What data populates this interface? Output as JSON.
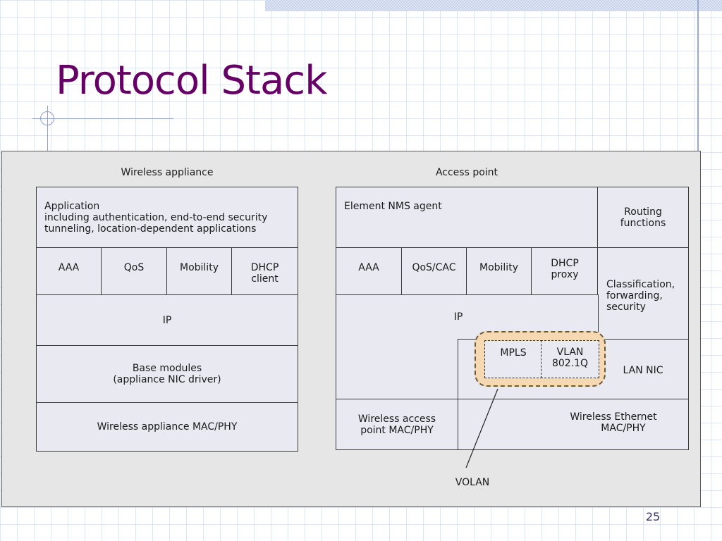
{
  "slide": {
    "title": "Protocol Stack",
    "page_number": "25"
  },
  "diagram": {
    "wireless_appliance": {
      "heading": "Wireless appliance",
      "application": {
        "line1": "Application",
        "line2": "including authentication, end-to-end security",
        "line3": "tunneling, location-dependent applications"
      },
      "aaa": "AAA",
      "qos": "QoS",
      "mobility": "Mobility",
      "dhcp_line1": "DHCP",
      "dhcp_line2": "client",
      "ip": "IP",
      "base_line1": "Base modules",
      "base_line2": "(appliance NIC driver)",
      "macphy": "Wireless appliance MAC/PHY"
    },
    "access_point": {
      "heading": "Access point",
      "nms": "Element NMS agent",
      "routing_line1": "Routing",
      "routing_line2": "functions",
      "aaa": "AAA",
      "qos_cac": "QoS/CAC",
      "mobility": "Mobility",
      "dhcp_line1": "DHCP",
      "dhcp_line2": "proxy",
      "classification_line1": "Classification,",
      "classification_line2": "forwarding,",
      "classification_line3": "security",
      "ip": "IP",
      "mpls": "MPLS",
      "vlan_line1": "VLAN",
      "vlan_line2": "802.1Q",
      "lan_nic": "LAN NIC",
      "wap_line1": "Wireless access",
      "wap_line2": "point MAC/PHY",
      "eth_line1": "Wireless Ethernet",
      "eth_line2": "MAC/PHY"
    },
    "callout": "VOLAN"
  }
}
